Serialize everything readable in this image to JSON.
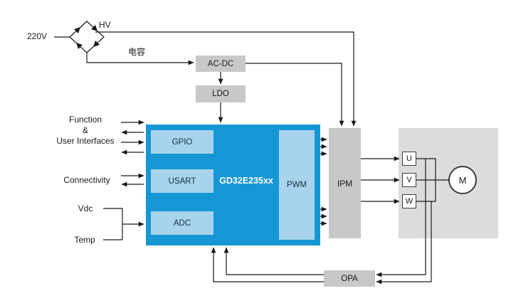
{
  "labels": {
    "mains": "220V",
    "hv": "HV",
    "capacitor": "电容",
    "function1": "Function",
    "function2": "&",
    "function3": "User Interfaces",
    "connectivity": "Connectivity",
    "vdc": "Vdc",
    "temp": "Temp"
  },
  "blocks": {
    "acdc": "AC-DC",
    "ldo": "LDO",
    "mcu": "GD32E235xx",
    "gpio": "GPIO",
    "usart": "USART",
    "adc": "ADC",
    "pwm": "PWM",
    "ipm": "IPM",
    "phase_u": "U",
    "phase_v": "V",
    "phase_w": "W",
    "motor": "M",
    "opa": "OPA"
  },
  "colors": {
    "mcu_blue": "#1697d5",
    "module_blue": "#a8d3ec",
    "block_gray": "#c8c8c8",
    "panel_gray": "#dcdcdc",
    "line": "#1a1a1a"
  }
}
